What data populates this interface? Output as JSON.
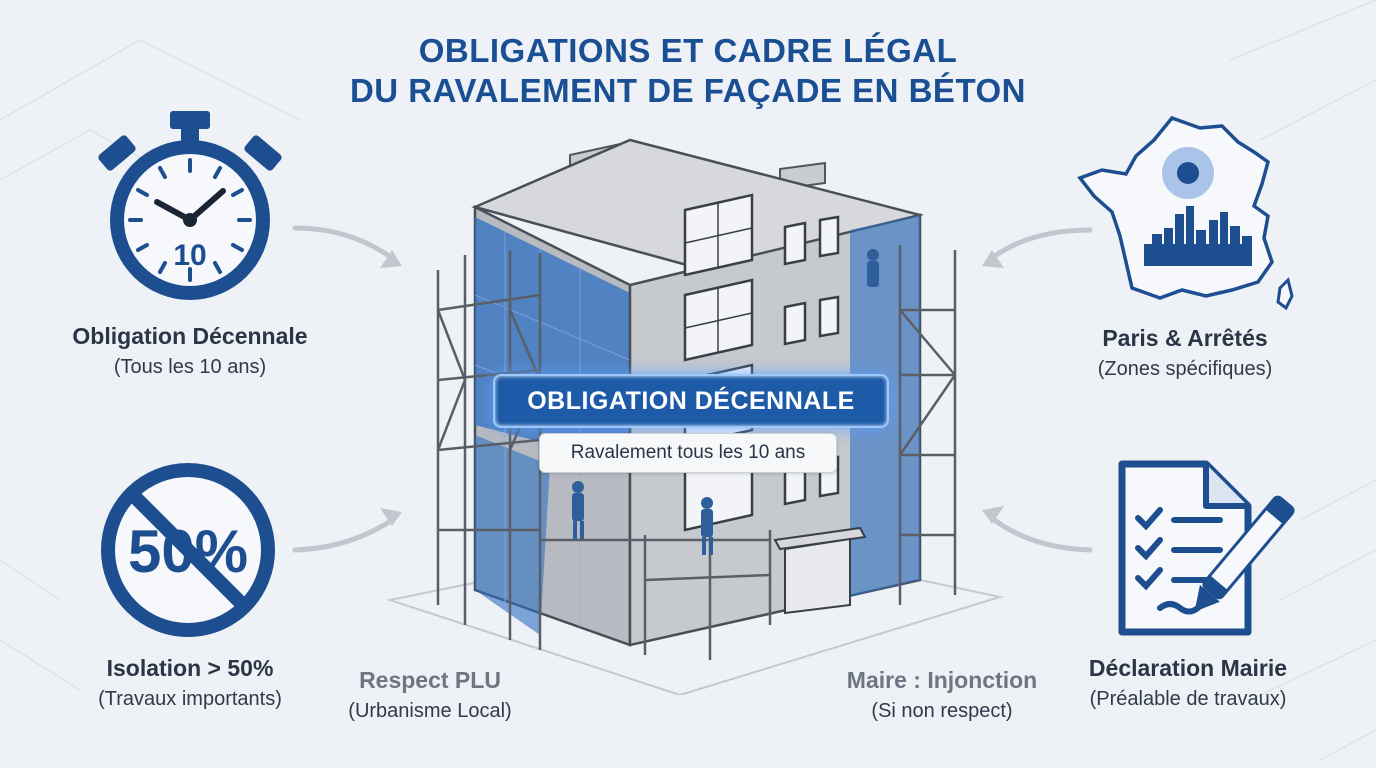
{
  "title": {
    "line1": "OBLIGATIONS ET CADRE LÉGAL",
    "line2": "DU RAVALEMENT DE FAÇADE EN BÉTON"
  },
  "center": {
    "badge": "OBLIGATION DÉCENNALE",
    "subtitle": "Ravalement tous les 10 ans"
  },
  "items": {
    "decennale": {
      "main": "Obligation Décennale",
      "sub": "(Tous les 10 ans)",
      "icon_text": "10",
      "icon": "stopwatch-icon"
    },
    "isolation": {
      "main": "Isolation > 50%",
      "sub": "(Travaux importants)",
      "icon_text": "50%",
      "icon": "prohibited-50-percent-icon"
    },
    "plu": {
      "main": "Respect PLU",
      "sub": "(Urbanisme Local)"
    },
    "maire": {
      "main": "Maire : Injonction",
      "sub": "(Si non respect)"
    },
    "paris": {
      "main": "Paris & Arrêtés",
      "sub": "(Zones spécifiques)",
      "icon": "france-map-city-icon"
    },
    "declaration": {
      "main": "Déclaration Mairie",
      "sub": "(Préalable de travaux)",
      "icon": "document-checklist-pen-icon"
    }
  },
  "colors": {
    "accent": "#1b4f93",
    "icon_blue": "#1d4f90",
    "background": "#eef1f5",
    "facade_blue": "#2f6fc2"
  }
}
